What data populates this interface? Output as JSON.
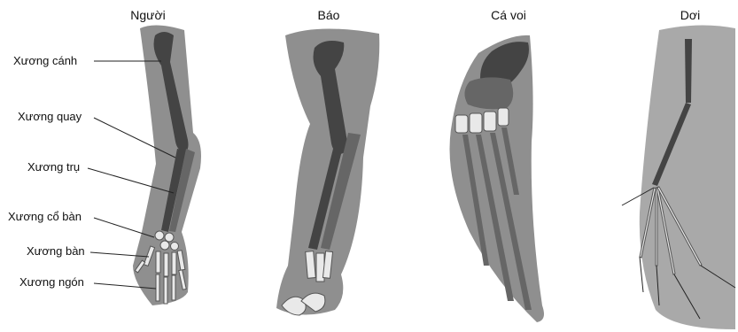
{
  "panels": [
    {
      "title": "Người"
    },
    {
      "title": "Báo"
    },
    {
      "title": "Cá voi"
    },
    {
      "title": "Dơi"
    }
  ],
  "labels": [
    "Xương cánh",
    "Xương quay",
    "Xương trụ",
    "Xương cổ bàn",
    "Xương bàn",
    "Xương ngón"
  ],
  "colors": {
    "limb_outline": "#8f8f8f",
    "bone_dark": "#444444",
    "bone_mid": "#666666",
    "bone_light": "#e9e9e9"
  }
}
